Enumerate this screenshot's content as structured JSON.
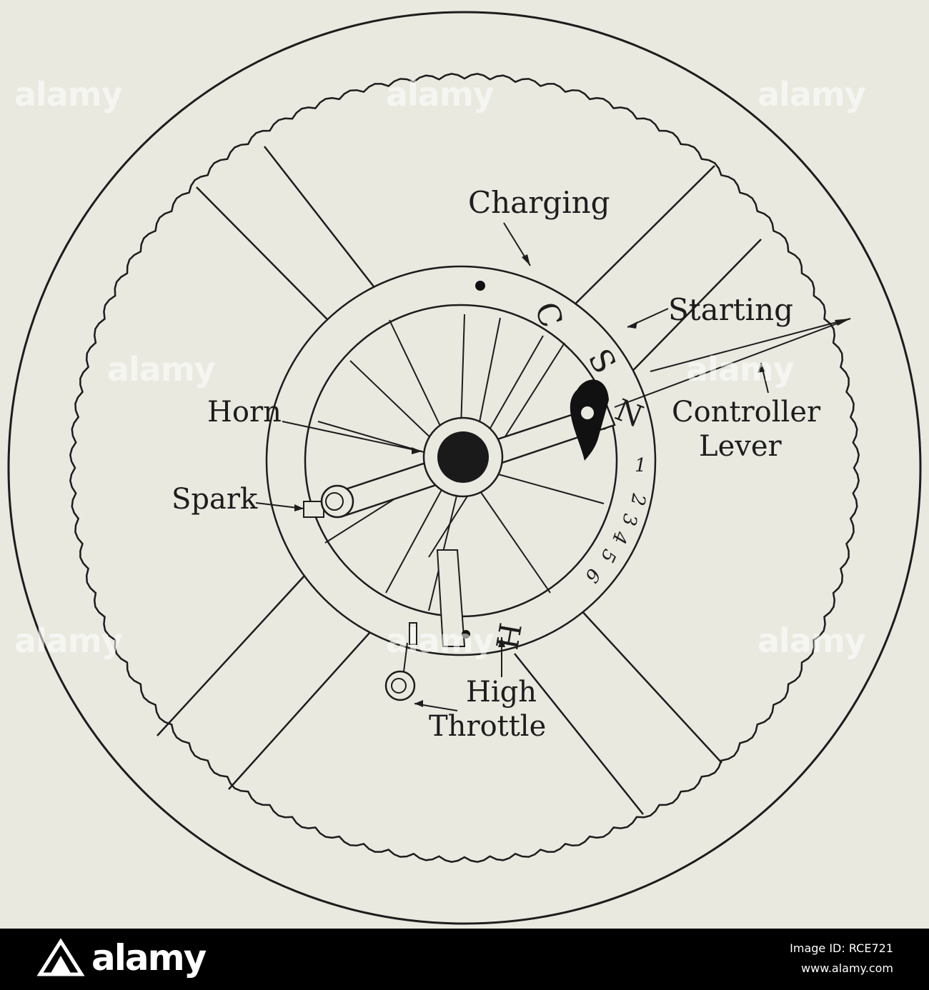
{
  "figure": {
    "labels": {
      "charging": "Charging",
      "starting": "Starting",
      "horn": "Horn",
      "controller": "Controller",
      "lever": "Lever",
      "spark": "Spark",
      "high": "High",
      "throttle": "Throttle"
    },
    "dial_marks": {
      "c": "C",
      "s": "S",
      "n": "N",
      "h": "H",
      "n1": "1",
      "n2": "2",
      "n3": "3",
      "n4": "4",
      "n5": "5",
      "n6": "6"
    }
  },
  "watermark": {
    "text": "alamy"
  },
  "footer": {
    "brand": "alamy",
    "image_id_line": "Image ID: RCE721",
    "site": "www.alamy.com"
  },
  "colors": {
    "paper": "#e9e9e0",
    "ink": "#1d1d1d",
    "footer_bg": "#000000",
    "footer_text": "#ffffff"
  }
}
